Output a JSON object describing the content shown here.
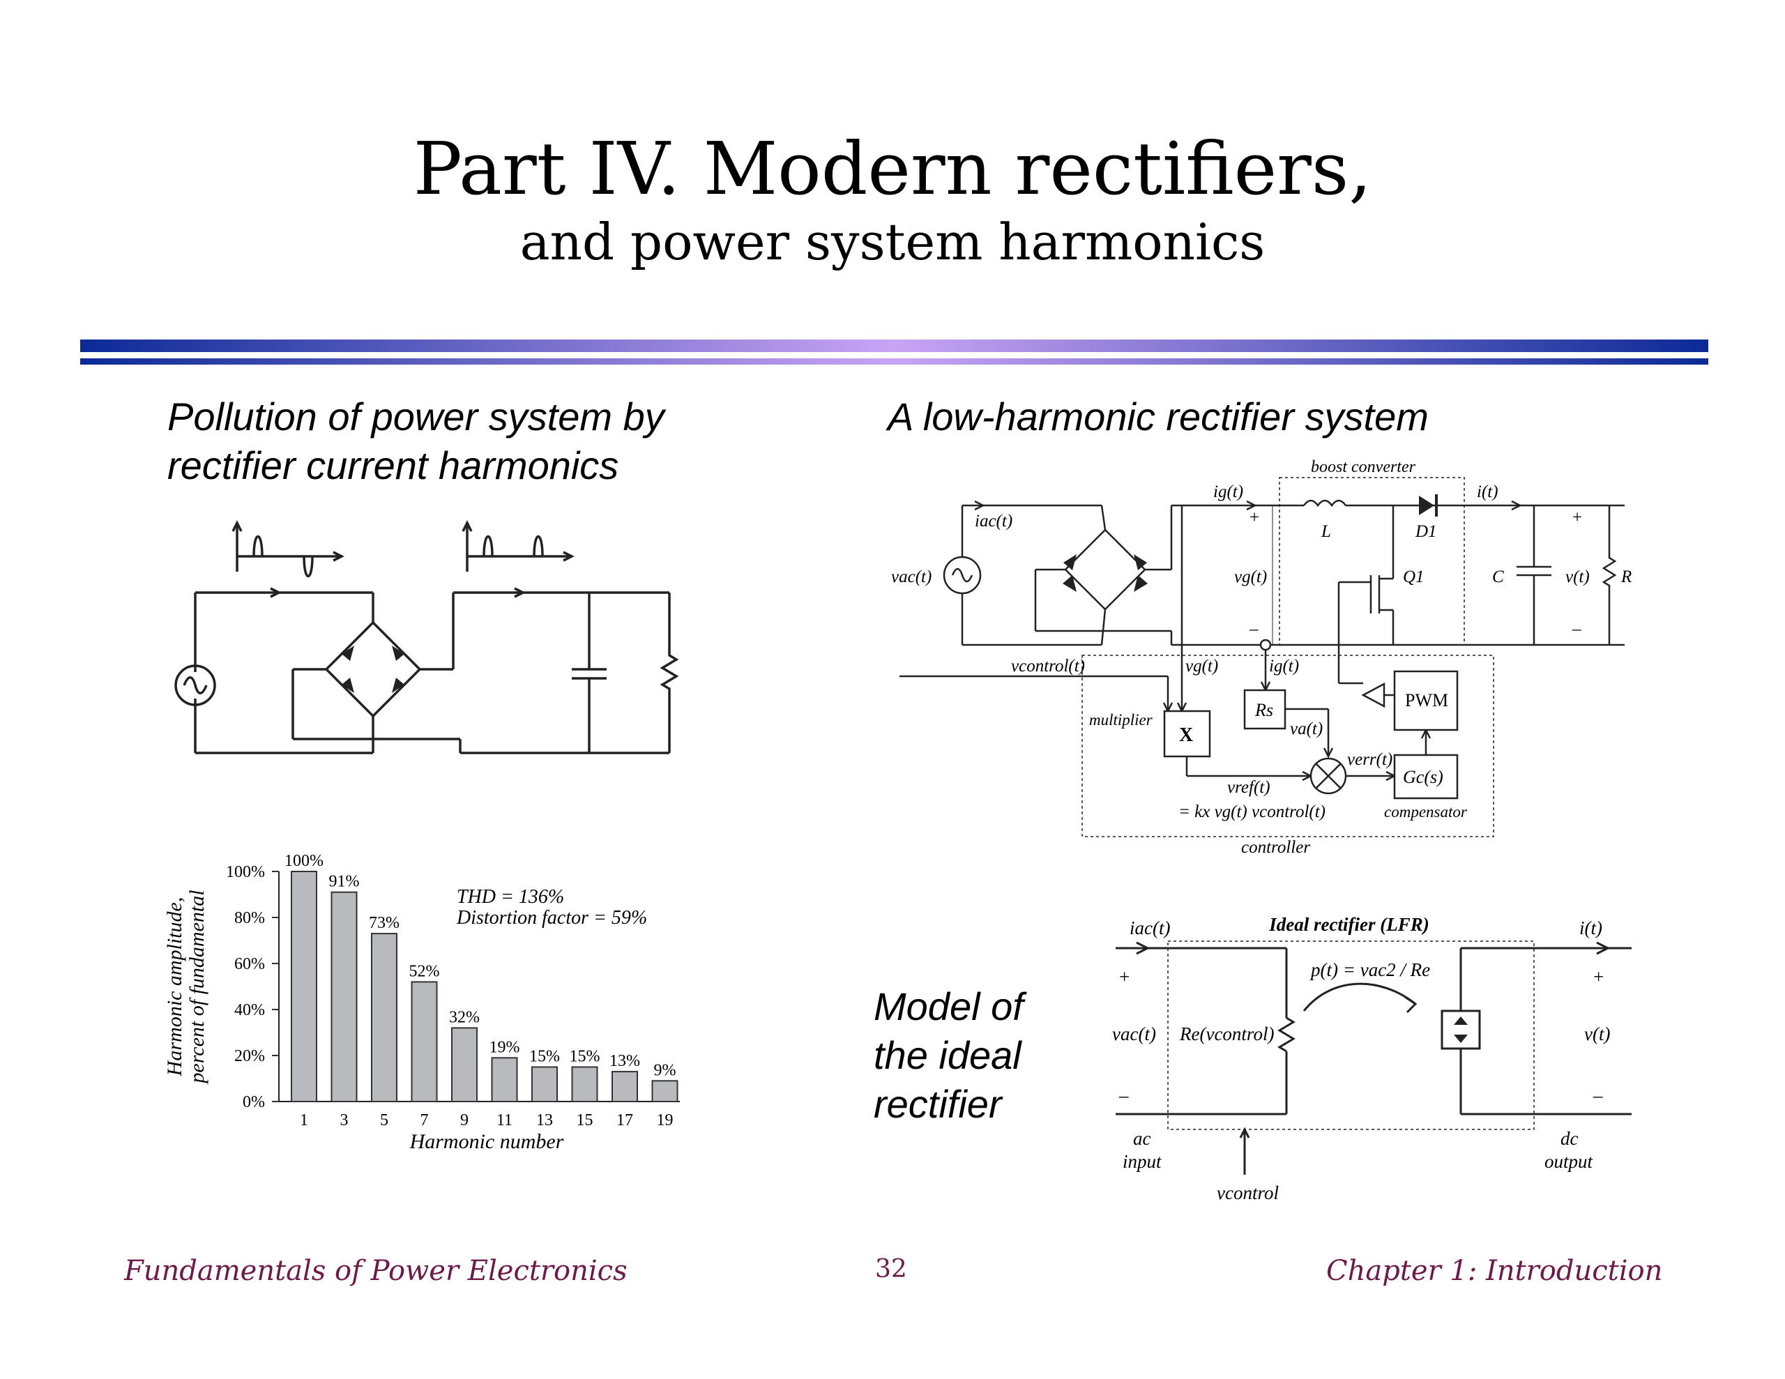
{
  "header": {
    "title": "Part IV. Modern rectifiers,",
    "subtitle": "and power system harmonics"
  },
  "left": {
    "heading_line1": "Pollution of power system by",
    "heading_line2": "rectifier current harmonics"
  },
  "right": {
    "heading": "A low-harmonic rectifier system",
    "model_line1": "Model of",
    "model_line2": "the ideal",
    "model_line3": "rectifier"
  },
  "colors": {
    "rule_dark": "#0b2a96",
    "rule_light": "#c9a4f4",
    "bar_fill": "#b9babd",
    "footer_text": "#6e1a49"
  },
  "schematic": {
    "boost_converter": "boost converter",
    "ig": "ig(t)",
    "it": "i(t)",
    "iac": "iac(t)",
    "vac": "vac(t)",
    "vg": "vg(t)",
    "L": "L",
    "D1": "D1",
    "Q1": "Q1",
    "C": "C",
    "v": "v(t)",
    "R": "R",
    "plus": "+",
    "minus": "–",
    "vcontrol": "vcontrol(t)",
    "vg2": "vg(t)",
    "ig2": "ig(t)",
    "Rs": "Rs",
    "va": "va(t)",
    "multiplier": "multiplier",
    "X": "X",
    "PWM": "PWM",
    "verr": "verr(t)",
    "Gc": "Gc(s)",
    "vref": "vref(t)",
    "vref_eq": "= kx vg(t) vcontrol(t)",
    "compensator": "compensator",
    "controller": "controller"
  },
  "model": {
    "iac": "iac(t)",
    "title": "Ideal rectifier (LFR)",
    "it": "i(t)",
    "pt": "p(t) = vac2 / Re",
    "vac": "vac(t)",
    "Re": "Re(vcontrol)",
    "v": "v(t)",
    "ac": "ac",
    "input": "input",
    "dc": "dc",
    "output": "output",
    "vcontrol": "vcontrol",
    "plus": "+",
    "minus": "–"
  },
  "chart_data": {
    "type": "bar",
    "categories": [
      "1",
      "3",
      "5",
      "7",
      "9",
      "11",
      "13",
      "15",
      "17",
      "19"
    ],
    "values": [
      100,
      91,
      73,
      52,
      32,
      19,
      15,
      15,
      13,
      9
    ],
    "data_labels": [
      "100%",
      "91%",
      "73%",
      "52%",
      "32%",
      "19%",
      "15%",
      "15%",
      "13%",
      "9%"
    ],
    "ylim": [
      0,
      100
    ],
    "yticks": [
      "0%",
      "20%",
      "40%",
      "60%",
      "80%",
      "100%"
    ],
    "xlabel": "Harmonic number",
    "ylabel_line1": "Harmonic amplitude,",
    "ylabel_line2": "percent of fundamental",
    "annotation_line1": "THD = 136%",
    "annotation_line2": "Distortion factor = 59%"
  },
  "footer": {
    "left": "Fundamentals of Power Electronics",
    "page": "32",
    "right": "Chapter 1: Introduction"
  }
}
